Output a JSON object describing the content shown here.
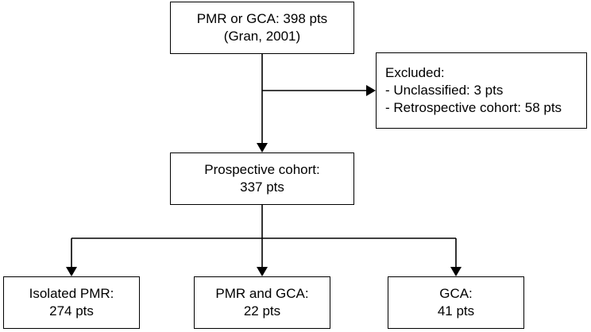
{
  "diagram": {
    "source": {
      "line1": "PMR or GCA: 398 pts",
      "line2": "(Gran, 2001)"
    },
    "excluded": {
      "line1": "Excluded:",
      "line2": "- Unclassified: 3 pts",
      "line3": "- Retrospective cohort: 58 pts"
    },
    "cohort": {
      "line1": "Prospective cohort:",
      "line2": "337 pts"
    },
    "outcomes": [
      {
        "line1": "Isolated PMR:",
        "line2": "274 pts"
      },
      {
        "line1": "PMR and GCA:",
        "line2": "22 pts"
      },
      {
        "line1": "GCA:",
        "line2": "41 pts"
      }
    ],
    "colors": {
      "stroke": "#000000",
      "background": "#ffffff"
    }
  }
}
